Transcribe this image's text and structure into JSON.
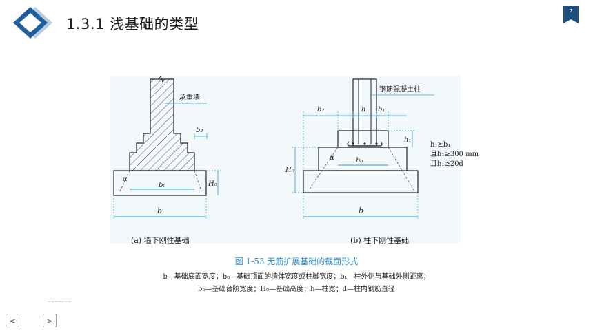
{
  "header": {
    "title": "1.3.1  浅基础的类型",
    "page_number": "7"
  },
  "figure": {
    "left_panel": {
      "wall_label": "承重墙",
      "dim_b2": "b₂",
      "dim_H0": "H₀",
      "dim_b0": "b₀",
      "dim_b": "b",
      "angle": "α",
      "caption": "(a) 墙下刚性基础"
    },
    "right_panel": {
      "column_label": "钢筋混凝土柱",
      "dim_b2": "b₂",
      "dim_h": "h",
      "dim_b1": "b₁",
      "dim_h1": "h₁",
      "dim_H0": "H₀",
      "dim_b0": "b₀",
      "dim_b": "b",
      "angle": "α",
      "conditions": [
        "h₁≥b₁",
        "且h₁≥300 mm",
        "且h₁≥20d"
      ],
      "caption": "(b) 柱下刚性基础"
    },
    "title": "图 1-53    无筋扩展基础的截面形式",
    "legend_line1": "b—基础底面宽度；b₀—基础顶面的墙体宽度或柱脚宽度；b₁—柱外侧与基础外侧距离；",
    "legend_line2": "b₂—基础台阶宽度；H₀—基础高度；h—柱宽；d—柱内钢筋直径"
  },
  "nav": {
    "prev": "<",
    "next": ">"
  },
  "colors": {
    "accent_blue": "#1f5f9e",
    "caption_blue": "#2b8ac4",
    "dim_cyan": "#27a6dc"
  }
}
